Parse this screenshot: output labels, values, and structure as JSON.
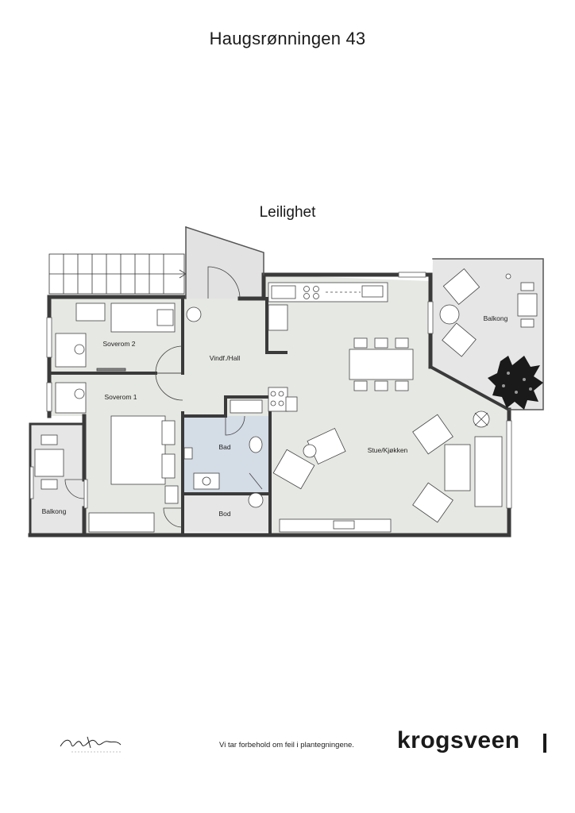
{
  "page": {
    "title": "Haugsrønningen 43",
    "subtitle": "Leilighet"
  },
  "rooms": {
    "soverom2": "Soverom 2",
    "soverom1": "Soverom 1",
    "vindf_hall": "Vindf./Hall",
    "bad": "Bad",
    "bod": "Bod",
    "stue_kjokken": "Stue/Kjøkken",
    "balkong_east": "Balkong",
    "balkong_west": "Balkong"
  },
  "footer": {
    "disclaimer": "Vi tar forbehold om feil i plantegningene.",
    "brand": "krogsveen"
  },
  "colors": {
    "floor": "#e6e8e3",
    "wall": "#3a3a3a",
    "bath": "#d4dce6",
    "balcony": "#e6e6e6"
  }
}
